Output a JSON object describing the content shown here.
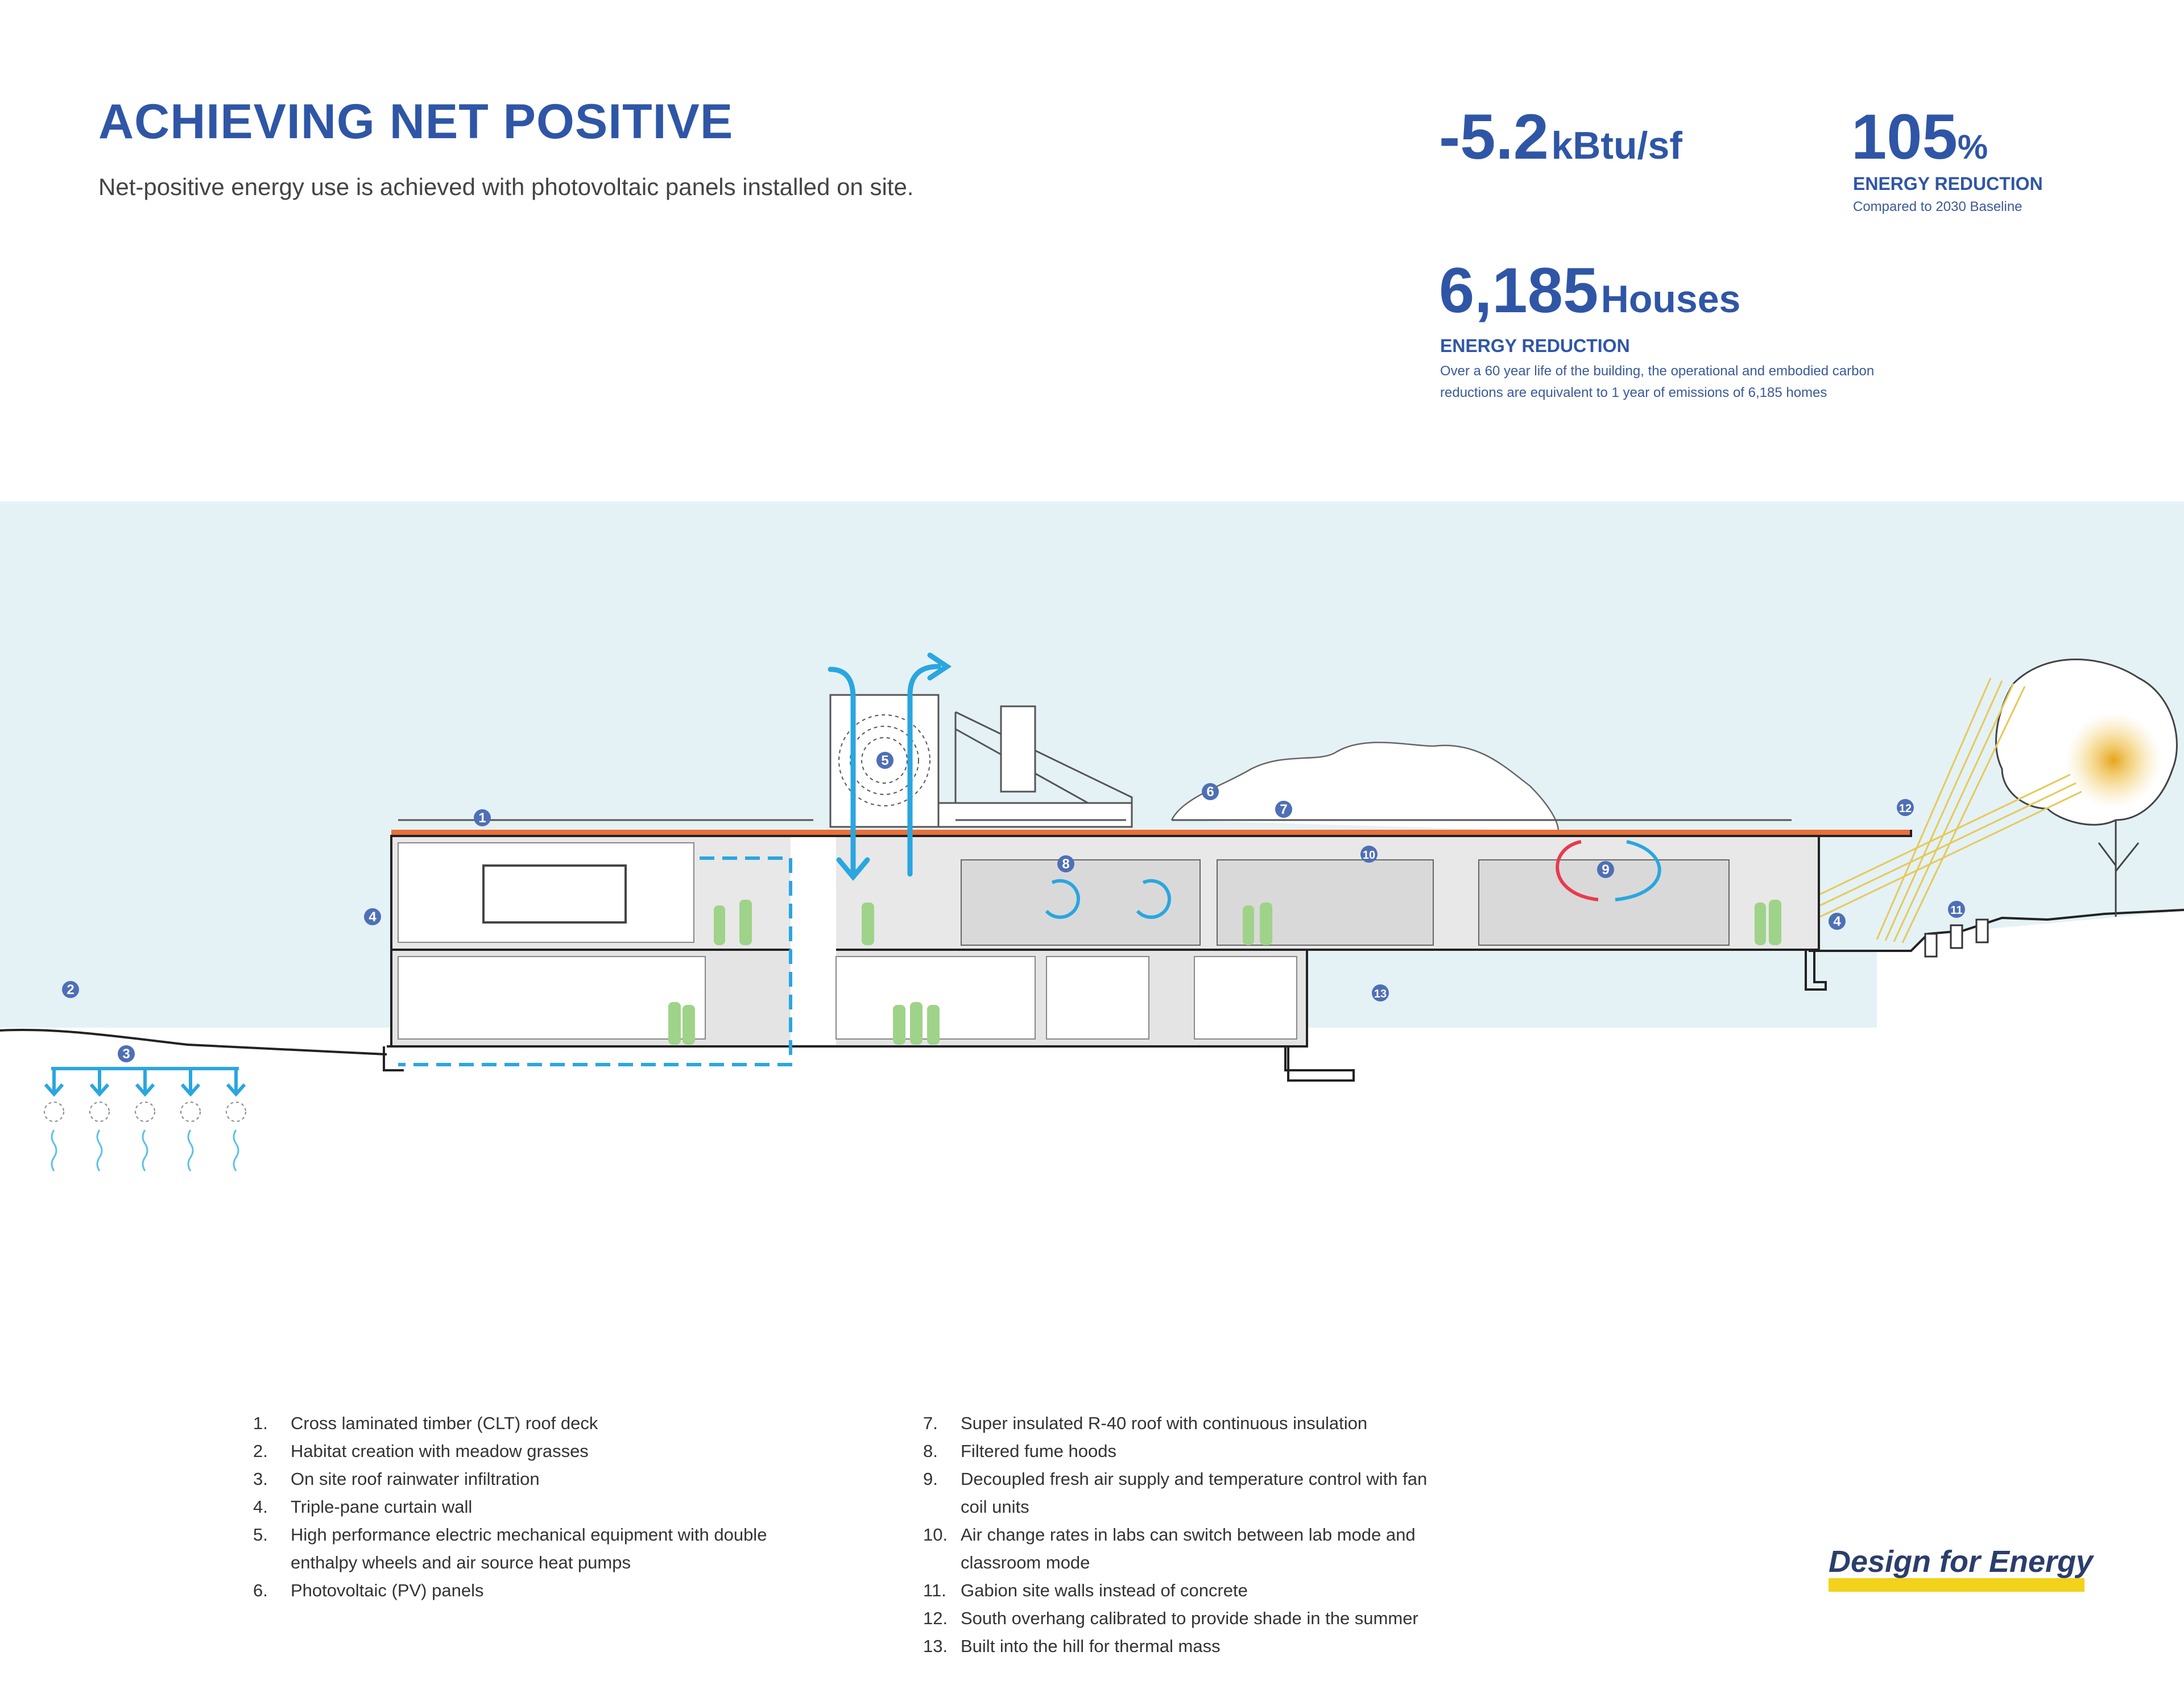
{
  "header": {
    "title": "ACHIEVING NET POSITIVE",
    "subtitle": "Net-positive energy use is achieved with photovoltaic panels installed on site."
  },
  "stats": {
    "eui": {
      "value": "-5.2",
      "unit": "kBtu/sf"
    },
    "reduction": {
      "value": "105",
      "unit": "%",
      "label": "ENERGY REDUCTION",
      "note": "Compared to 2030 Baseline"
    },
    "houses": {
      "value": "6,185",
      "unit": "Houses",
      "label": "ENERGY REDUCTION",
      "note_line1": "Over a 60 year life of the building, the operational and embodied carbon",
      "note_line2": "reductions are equivalent to 1 year of emissions of 6,185 homes"
    }
  },
  "markers": [
    "1",
    "2",
    "3",
    "4",
    "4",
    "5",
    "6",
    "7",
    "8",
    "9",
    "10",
    "11",
    "12",
    "13"
  ],
  "legend": [
    {
      "num": "1.",
      "text": "Cross laminated timber (CLT) roof deck"
    },
    {
      "num": "2.",
      "text": "Habitat creation with meadow grasses"
    },
    {
      "num": "3.",
      "text": "On site roof rainwater infiltration"
    },
    {
      "num": "4.",
      "text": "Triple-pane curtain wall"
    },
    {
      "num": "5.",
      "text": "High performance electric mechanical equipment with double enthalpy wheels and air source heat pumps"
    },
    {
      "num": "6.",
      "text": "Photovoltaic (PV) panels"
    },
    {
      "num": "7.",
      "text": "Super insulated R-40 roof with continuous insulation"
    },
    {
      "num": "8.",
      "text": "Filtered fume hoods"
    },
    {
      "num": "9.",
      "text": "Decoupled fresh air supply and temperature control with fan coil units"
    },
    {
      "num": "10.",
      "text": "Air change rates in labs can switch between lab mode and classroom mode"
    },
    {
      "num": "11.",
      "text": "Gabion site walls instead of concrete"
    },
    {
      "num": "12.",
      "text": "South overhang calibrated to provide shade in the summer"
    },
    {
      "num": "13.",
      "text": "Built into the hill for thermal mass"
    }
  ],
  "brand": "Design for Energy",
  "colors": {
    "accent": "#2f56a6",
    "water": "#2aa6e0",
    "roof": "#e8703a",
    "sky": "#e4f2f6",
    "plant": "#9fd389",
    "warm": "#e83a4e",
    "brand_bar": "#f2d21b"
  }
}
